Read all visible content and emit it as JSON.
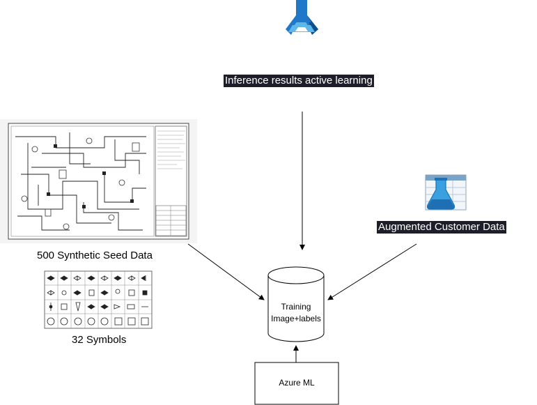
{
  "diagram": {
    "nodes": {
      "inference": {
        "label": "Inference results active learning",
        "icon": "azure-ml-icon"
      },
      "augmented": {
        "label": "Augmented Customer Data",
        "icon": "flask-table-icon"
      },
      "seed": {
        "caption": "500 Synthetic Seed Data",
        "image": "pid-drawing-thumbnail"
      },
      "symbols": {
        "caption": "32 Symbols",
        "image": "symbol-grid-thumbnail"
      },
      "training": {
        "line1": "Training",
        "line2": "Image+labels",
        "shape": "cylinder"
      },
      "azure_ml": {
        "label": "Azure ML",
        "shape": "rectangle"
      }
    },
    "edges": [
      {
        "from": "inference",
        "to": "training"
      },
      {
        "from": "seed",
        "to": "training"
      },
      {
        "from": "augmented",
        "to": "training"
      },
      {
        "from": "azure_ml",
        "to": "training"
      }
    ]
  },
  "colors": {
    "label_bg": "#1e1e2a",
    "azure_blue": "#1f78c8",
    "azure_light": "#5fb6e8"
  }
}
